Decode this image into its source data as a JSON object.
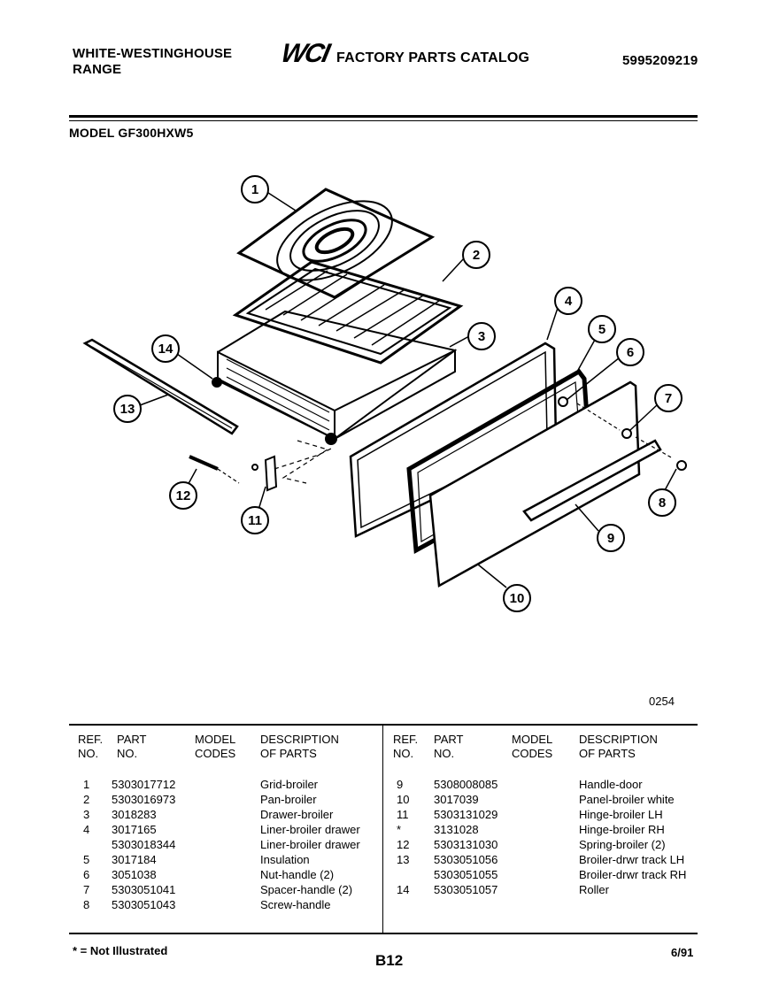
{
  "header": {
    "brand_line1": "WHITE-WESTINGHOUSE",
    "brand_line2": "RANGE",
    "logo_text": "WCI",
    "catalog_title": "FACTORY PARTS CATALOG",
    "catalog_number": "5995209219",
    "model_label": "MODEL GF300HXW5"
  },
  "diagram": {
    "callouts": [
      "1",
      "2",
      "3",
      "4",
      "5",
      "6",
      "7",
      "8",
      "9",
      "10",
      "11",
      "12",
      "13",
      "14"
    ],
    "figure_code": "0254"
  },
  "table": {
    "headers": {
      "ref_l1": "REF.",
      "ref_l2": "NO.",
      "part_l1": "PART",
      "part_l2": "NO.",
      "model_l1": "MODEL",
      "model_l2": "CODES",
      "desc_l1": "DESCRIPTION",
      "desc_l2": "OF PARTS"
    },
    "left_rows": [
      {
        "ref": "1",
        "part": "5303017712",
        "desc": "Grid-broiler"
      },
      {
        "ref": "2",
        "part": "5303016973",
        "desc": "Pan-broiler"
      },
      {
        "ref": "3",
        "part": "3018283",
        "desc": "Drawer-broiler"
      },
      {
        "ref": "4",
        "part": "3017165",
        "desc": "Liner-broiler drawer"
      },
      {
        "ref": "",
        "part": "5303018344",
        "desc": "Liner-broiler drawer"
      },
      {
        "ref": "5",
        "part": "3017184",
        "desc": "Insulation"
      },
      {
        "ref": "6",
        "part": "3051038",
        "desc": "Nut-handle (2)"
      },
      {
        "ref": "7",
        "part": "5303051041",
        "desc": "Spacer-handle (2)"
      },
      {
        "ref": "8",
        "part": "5303051043",
        "desc": "Screw-handle"
      }
    ],
    "right_rows": [
      {
        "ref": "9",
        "part": "5308008085",
        "desc": "Handle-door"
      },
      {
        "ref": "10",
        "part": "3017039",
        "desc": "Panel-broiler white"
      },
      {
        "ref": "11",
        "part": "5303131029",
        "desc": "Hinge-broiler LH"
      },
      {
        "ref": "*",
        "part": "3131028",
        "desc": "Hinge-broiler RH"
      },
      {
        "ref": "12",
        "part": "5303131030",
        "desc": "Spring-broiler (2)"
      },
      {
        "ref": "13",
        "part": "5303051056",
        "desc": "Broiler-drwr track LH"
      },
      {
        "ref": "",
        "part": "5303051055",
        "desc": "Broiler-drwr track RH"
      },
      {
        "ref": "14",
        "part": "5303051057",
        "desc": "Roller"
      }
    ]
  },
  "footer": {
    "note": "* = Not Illustrated",
    "page": "B12",
    "date": "6/91"
  }
}
